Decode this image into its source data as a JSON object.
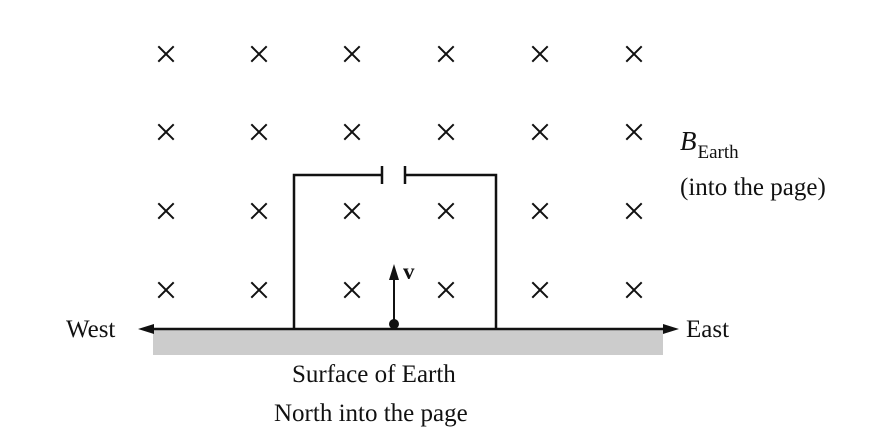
{
  "field": {
    "symbol": "B",
    "subscript": "Earth",
    "note": "(into the page)",
    "marker": "×",
    "columns_x": [
      166,
      259,
      352,
      446,
      540,
      634
    ],
    "rows_y": [
      54,
      132,
      211,
      290
    ]
  },
  "velocity": {
    "label": "v"
  },
  "axis": {
    "west_label": "West",
    "east_label": "East"
  },
  "ground": {
    "label": "Surface of Earth",
    "north_note": "North into the page",
    "color": "#cccccc"
  },
  "colors": {
    "line": "#111111",
    "background": "#ffffff"
  }
}
